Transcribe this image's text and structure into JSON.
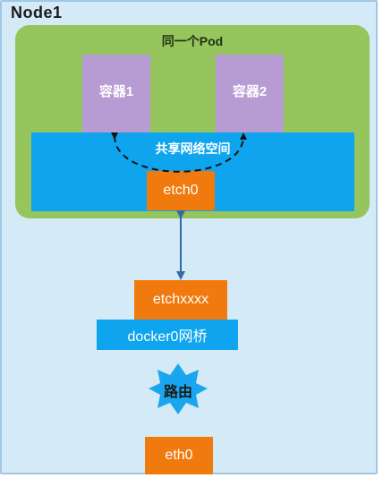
{
  "node": {
    "label": "Node1"
  },
  "pod": {
    "title": "同一个Pod"
  },
  "containers": [
    {
      "label": "容器1"
    },
    {
      "label": "容器2"
    }
  ],
  "network_namespace": {
    "label": "共享网络空间"
  },
  "interfaces": {
    "pod_veth": "etch0",
    "host_veth": "etchxxxx",
    "host_nic": "eth0"
  },
  "bridge": {
    "label": "docker0网桥"
  },
  "router": {
    "label": "路由"
  },
  "colors": {
    "node_bg": "#d5eaf7",
    "pod_bg": "#97c55d",
    "container_bg": "#b79bd3",
    "network_bg": "#0ea5ee",
    "interface_bg": "#f17a0f",
    "router_star": "#1aa6ee"
  }
}
